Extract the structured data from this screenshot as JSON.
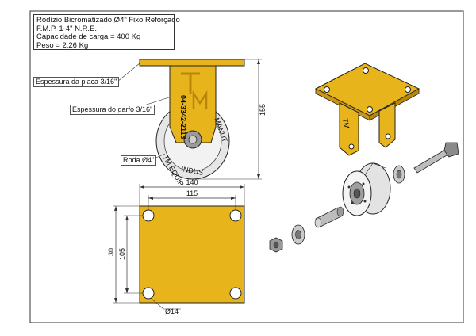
{
  "title_block": {
    "line1": "Rodízio Bicromatizado Ø4\" Fixo Reforçado",
    "line2": "F.M.P. 1-4\" N.R.E.",
    "line3": "Capacidade de carga = 400 Kg",
    "line4": "Peso = 2,26 Kg"
  },
  "callouts": {
    "plate_thickness": "Espessura da placa 3/16\"",
    "fork_thickness": "Espessura do garfo 3/16\"",
    "wheel": "Roda Ø4\""
  },
  "dimensions": {
    "height": "155",
    "plate_width": "140",
    "hole_spacing_x": "115",
    "plate_depth": "130",
    "hole_spacing_y": "105",
    "hole_diameter": "Ø14"
  },
  "fork_marks": {
    "logo": "TM",
    "code": "04-3342-2113"
  },
  "wheel_marks": {
    "text_a": "TM EQUIP",
    "text_b": "INDUS",
    "text_c": "MANUT"
  },
  "colors": {
    "gold": "#E8B41C",
    "gold_dark": "#B8860B",
    "outline": "#222222",
    "wheel_grey": "#D9D9D9",
    "metal": "#8A8A8A"
  }
}
